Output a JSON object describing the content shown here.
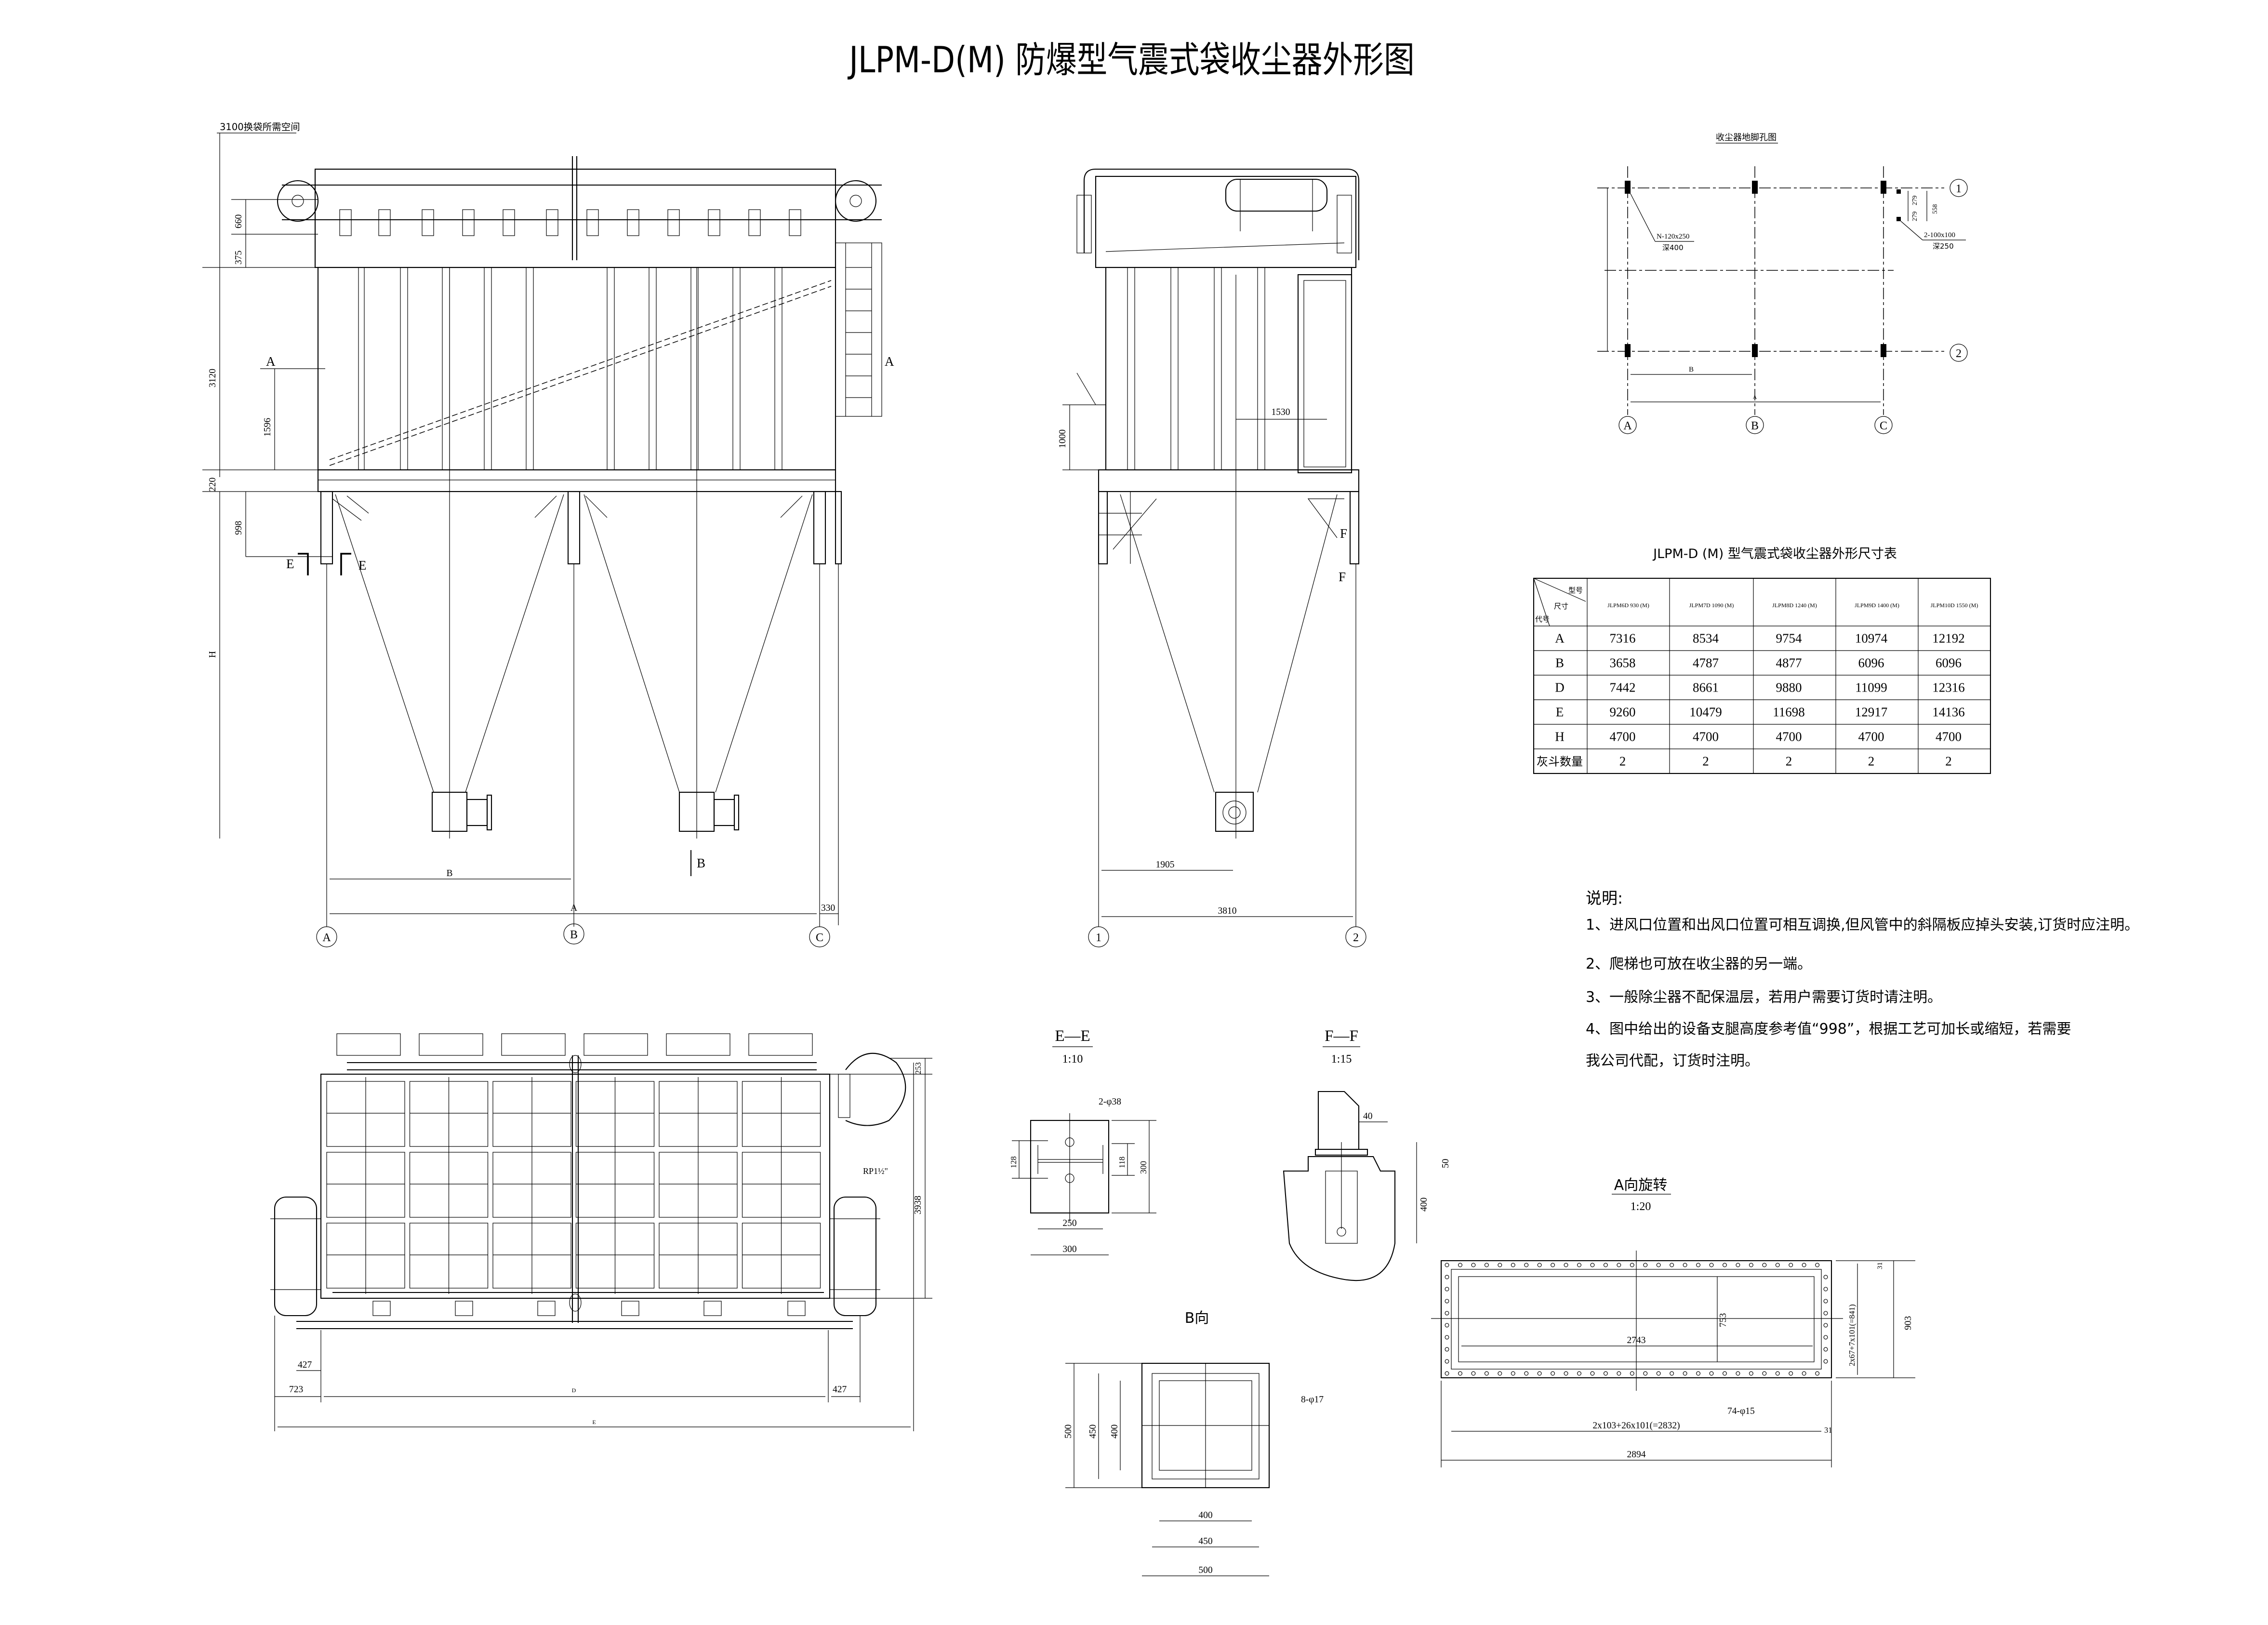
{
  "title": "JLPM-D(M) 防爆型气震式袋收尘器外形图",
  "front_view": {
    "top_note": "3100换袋所需空间",
    "dims": {
      "d660": "660",
      "d375": "375",
      "d3120": "3120",
      "d1596": "1596",
      "d220": "220",
      "d998": "998",
      "H": "H",
      "B": "B",
      "A": "A",
      "d330": "330"
    },
    "marks": {
      "section_a": "A",
      "section_e": "E",
      "view_b": "B"
    },
    "axes": [
      "A",
      "B",
      "C"
    ]
  },
  "side_view": {
    "dims": {
      "d1000": "1000",
      "d1530": "1530",
      "d1905": "1905",
      "d3810": "3810"
    },
    "marks": {
      "section_f": "F"
    },
    "axes": [
      "1",
      "2"
    ]
  },
  "foundation_plan": {
    "title": "收尘器地脚孔图",
    "hole_main": "N-120x250",
    "hole_main_depth": "深400",
    "hole_small": "2-100x100",
    "hole_small_depth": "深250",
    "d279a": "279",
    "d279b": "279",
    "d558": "558",
    "dim_b": "B",
    "dim_a": "A",
    "axes_x": [
      "A",
      "B",
      "C"
    ],
    "axes_y": [
      "1",
      "2"
    ]
  },
  "size_table": {
    "title": "JLPM-D (M) 型气震式袋收尘器外形尺寸表",
    "corner": {
      "model": "型号",
      "size": "尺寸",
      "code": "代号"
    },
    "models": [
      "JLPM6D 930 (M)",
      "JLPM7D 1090 (M)",
      "JLPM8D 1240 (M)",
      "JLPM9D 1400 (M)",
      "JLPM10D 1550 (M)"
    ],
    "rows": [
      {
        "code": "A",
        "values": [
          "7316",
          "8534",
          "9754",
          "10974",
          "12192"
        ]
      },
      {
        "code": "B",
        "values": [
          "3658",
          "4787",
          "4877",
          "6096",
          "6096"
        ]
      },
      {
        "code": "D",
        "values": [
          "7442",
          "8661",
          "9880",
          "11099",
          "12316"
        ]
      },
      {
        "code": "E",
        "values": [
          "9260",
          "10479",
          "11698",
          "12917",
          "14136"
        ]
      },
      {
        "code": "H",
        "values": [
          "4700",
          "4700",
          "4700",
          "4700",
          "4700"
        ]
      },
      {
        "code": "灰斗数量",
        "values": [
          "2",
          "2",
          "2",
          "2",
          "2"
        ]
      }
    ]
  },
  "notes": {
    "heading": "说明:",
    "lines": [
      "1、进风口位置和出风口位置可相互调换,但风管中的斜隔板应掉头安装,订货时应注明。",
      "2、爬梯也可放在收尘器的另一端。",
      "3、一般除尘器不配保温层，若用户需要订货时请注明。",
      "4、图中给出的设备支腿高度参考值“998”，根据工艺可加长或缩短，若需要",
      "我公司代配，订货时注明。"
    ]
  },
  "plan_view": {
    "dims": {
      "d723": "723",
      "d427a": "427",
      "d427b": "427",
      "D": "D",
      "E": "E",
      "d253": "253",
      "d3938": "3938",
      "rp": "RP1½\""
    }
  },
  "section_ee": {
    "title": "E—E",
    "scale": "1:10",
    "holes": "2-φ38",
    "d128": "128",
    "d118": "118",
    "d300v": "300",
    "d250": "250",
    "d300h": "300"
  },
  "section_ff": {
    "title": "F—F",
    "scale": "1:15",
    "d40": "40",
    "d50": "50",
    "d400": "400"
  },
  "view_b": {
    "title": "B向",
    "holes": "8-φ17",
    "v500": "500",
    "v450": "450",
    "v400": "400",
    "h400": "400",
    "h450": "450",
    "h500": "500"
  },
  "view_a": {
    "title": "A向旋转",
    "scale": "1:20",
    "d2743": "2743",
    "d753": "753",
    "d903": "903",
    "d31a": "31",
    "pitch_v": "2x67+7x101(=841)",
    "holes": "74-φ15",
    "pitch_h": "2x103+26x101(=2832)",
    "d31b": "31",
    "d2894": "2894"
  }
}
